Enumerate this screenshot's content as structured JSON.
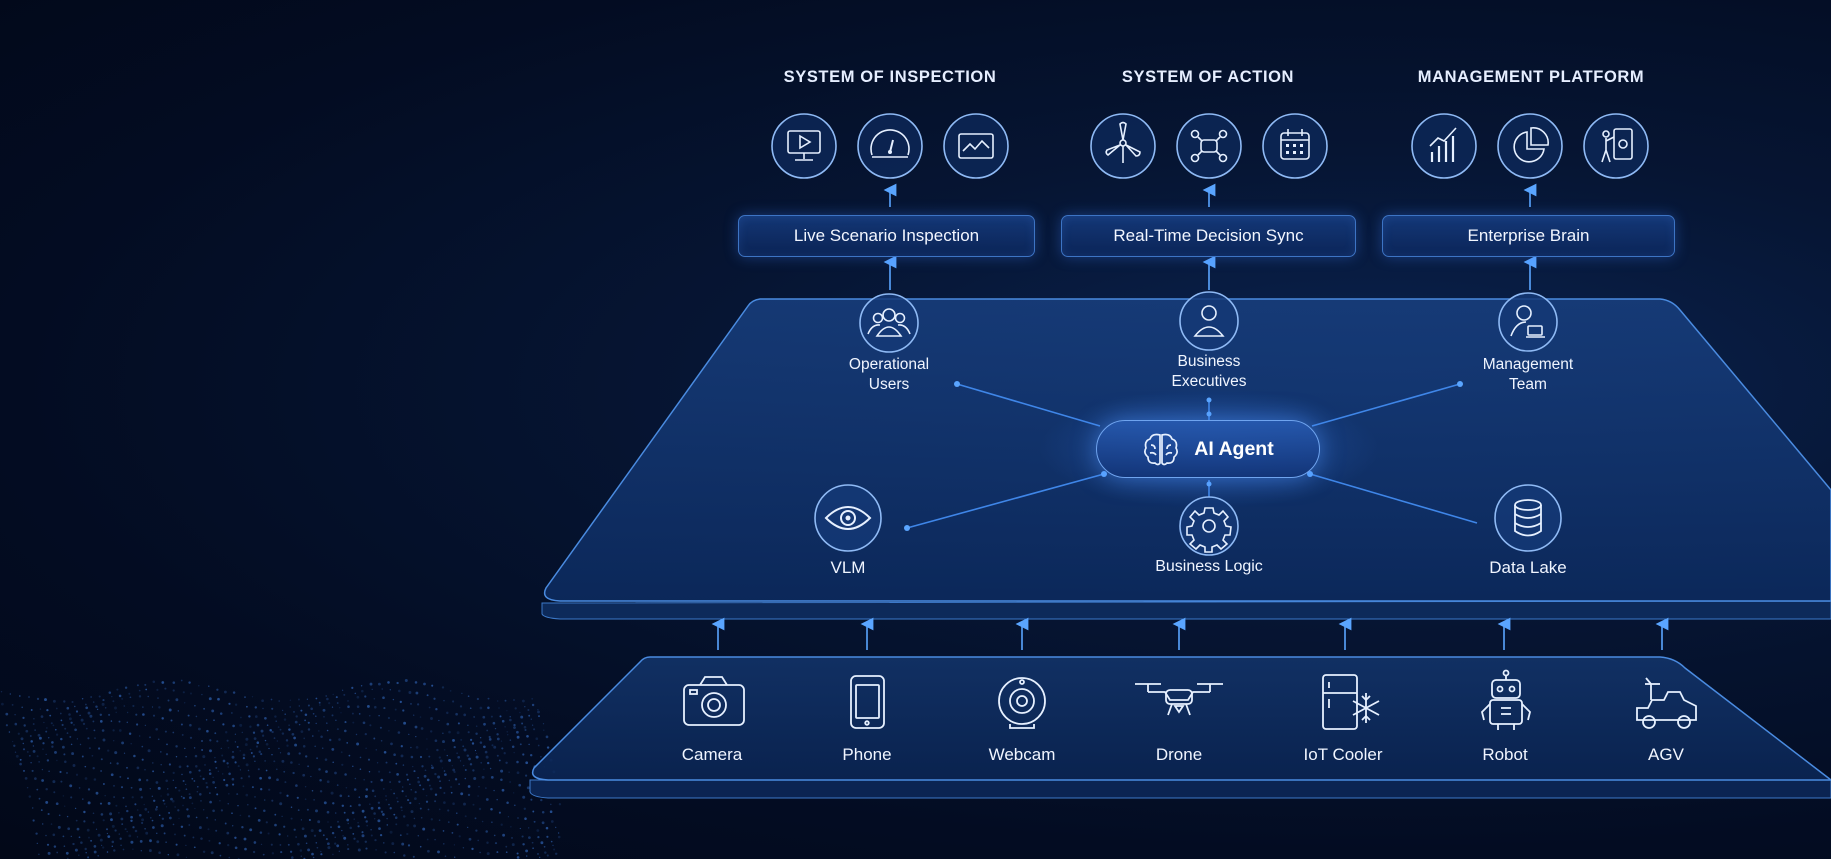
{
  "sections": [
    {
      "title": "SYSTEM OF INSPECTION",
      "capability": "Live Scenario Inspection",
      "icons": [
        "monitor-play-icon",
        "speedometer-icon",
        "image-chart-icon"
      ],
      "role": [
        "Operational",
        "Users"
      ],
      "role_icon": "users-group-icon"
    },
    {
      "title": "SYSTEM OF ACTION",
      "capability": "Real-Time Decision Sync",
      "icons": [
        "wind-turbine-icon",
        "drone-network-icon",
        "calendar-icon"
      ],
      "role": [
        "Business",
        "Executives"
      ],
      "role_icon": "user-icon"
    },
    {
      "title": "MANAGEMENT PLATFORM",
      "capability": "Enterprise Brain",
      "icons": [
        "bar-chart-icon",
        "pie-chart-icon",
        "presenter-board-icon"
      ],
      "role": [
        "Management",
        "Team"
      ],
      "role_icon": "user-laptop-icon"
    }
  ],
  "agent": {
    "label": "AI Agent",
    "icon": "brain-icon"
  },
  "core": [
    {
      "label": "VLM",
      "icon": "eye-icon"
    },
    {
      "label": "Business Logic",
      "icon": "gear-icon"
    },
    {
      "label": "Data Lake",
      "icon": "database-icon"
    }
  ],
  "devices": [
    {
      "label": "Camera",
      "icon": "camera-icon"
    },
    {
      "label": "Phone",
      "icon": "phone-icon"
    },
    {
      "label": "Webcam",
      "icon": "webcam-icon"
    },
    {
      "label": "Drone",
      "icon": "drone-icon"
    },
    {
      "label": "IoT Cooler",
      "icon": "cooler-icon"
    },
    {
      "label": "Robot",
      "icon": "robot-icon"
    },
    {
      "label": "AGV",
      "icon": "agv-icon"
    }
  ],
  "colors": {
    "accent": "#4f9bff",
    "line": "#3f86e8",
    "panel": "#0d2a5c"
  }
}
